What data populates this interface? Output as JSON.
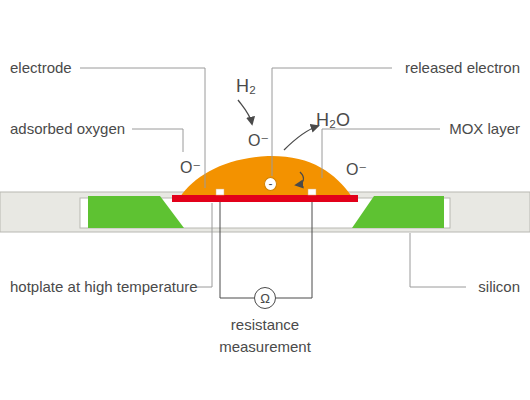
{
  "diagram": {
    "nodes": [
      {
        "text": [
          "-"
        ]
      },
      {
        "text": [
          "Ω"
        ]
      }
    ],
    "labels": [
      "electrode",
      "released electron",
      "adsorbed oxygen",
      "MOX layer",
      "hotplate at high temperature",
      "silicon",
      "resistance measurement",
      "H₂",
      "O⁻",
      "H₂O",
      "O⁻",
      "O⁻"
    ]
  }
}
